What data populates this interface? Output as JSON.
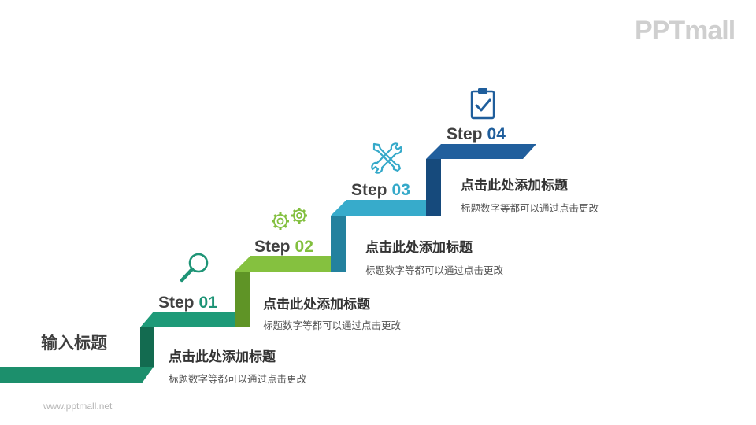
{
  "brand": {
    "logo_text": "PPTmall",
    "website": "www.pptmall.net"
  },
  "main_title": "输入标题",
  "steps": [
    {
      "prefix": "Step",
      "number": "01",
      "color": "#1e9476",
      "icon": "magnifier-icon",
      "title": "点击此处添加标题",
      "description": "标题数字等都可以通过点击更改"
    },
    {
      "prefix": "Step",
      "number": "02",
      "color": "#82bf3e",
      "icon": "gears-icon",
      "title": "点击此处添加标题",
      "description": "标题数字等都可以通过点击更改"
    },
    {
      "prefix": "Step",
      "number": "03",
      "color": "#35a9c9",
      "icon": "tools-icon",
      "title": "点击此处添加标题",
      "description": "标题数字等都可以通过点击更改"
    },
    {
      "prefix": "Step",
      "number": "04",
      "color": "#1f5e9c",
      "icon": "clipboard-check-icon",
      "title": "点击此处添加标题",
      "description": "标题数字等都可以通过点击更改"
    }
  ]
}
